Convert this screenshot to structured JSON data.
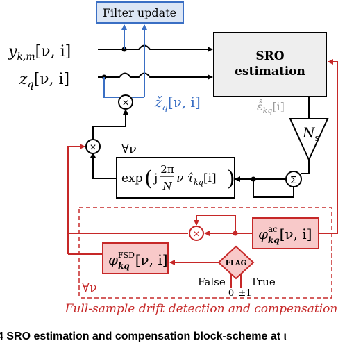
{
  "blocks": {
    "filter_update": "Filter update",
    "sro_line1": "SRO",
    "sro_line2": "estimation",
    "ns_main": "N",
    "ns_sub": "s",
    "exp_fn": "exp",
    "exp_j": "j",
    "exp_num": "2π",
    "exp_den": "N",
    "exp_tail": "ν τ̂",
    "exp_sub": "kq",
    "exp_arg": "[i]",
    "sum_symbol": "Σ",
    "phi_ac_main": "φ",
    "phi_ac_sup": "ac",
    "phi_ac_sub": "kq",
    "phi_ac_arg": "[ν, i]",
    "phi_fsd_main": "φ",
    "phi_fsd_sup": "FSD",
    "phi_fsd_sub": "kq",
    "phi_fsd_arg": "[ν, i]",
    "flag": "FLAG"
  },
  "signals": {
    "y_main": "y",
    "y_sub": "k,m",
    "y_arg": "[ν, i]",
    "z_main": "z",
    "z_sub": "q",
    "z_arg": "[ν, i]",
    "ztilde_main": "ž",
    "ztilde_sub": "q",
    "ztilde_arg": "[ν, i]",
    "eps_main": "ε̂̂",
    "eps_sub": "kq",
    "eps_arg": "[i]",
    "forall_top": "∀ν",
    "forall_bottom": "∀ν"
  },
  "flag_labels": {
    "false_label": "False",
    "true_label": "True",
    "zero": "0",
    "pm_one": "±1"
  },
  "region_caption": "Full-sample drift detection and compensation",
  "figure_caption": "4  SRO estimation and compensation block-scheme at ι",
  "colors": {
    "blue": "#3a6fc4",
    "red": "#c62828",
    "red_fill": "#f8c9c9",
    "gray_fill": "#eeeeee",
    "blue_fill": "#dce6f5"
  }
}
